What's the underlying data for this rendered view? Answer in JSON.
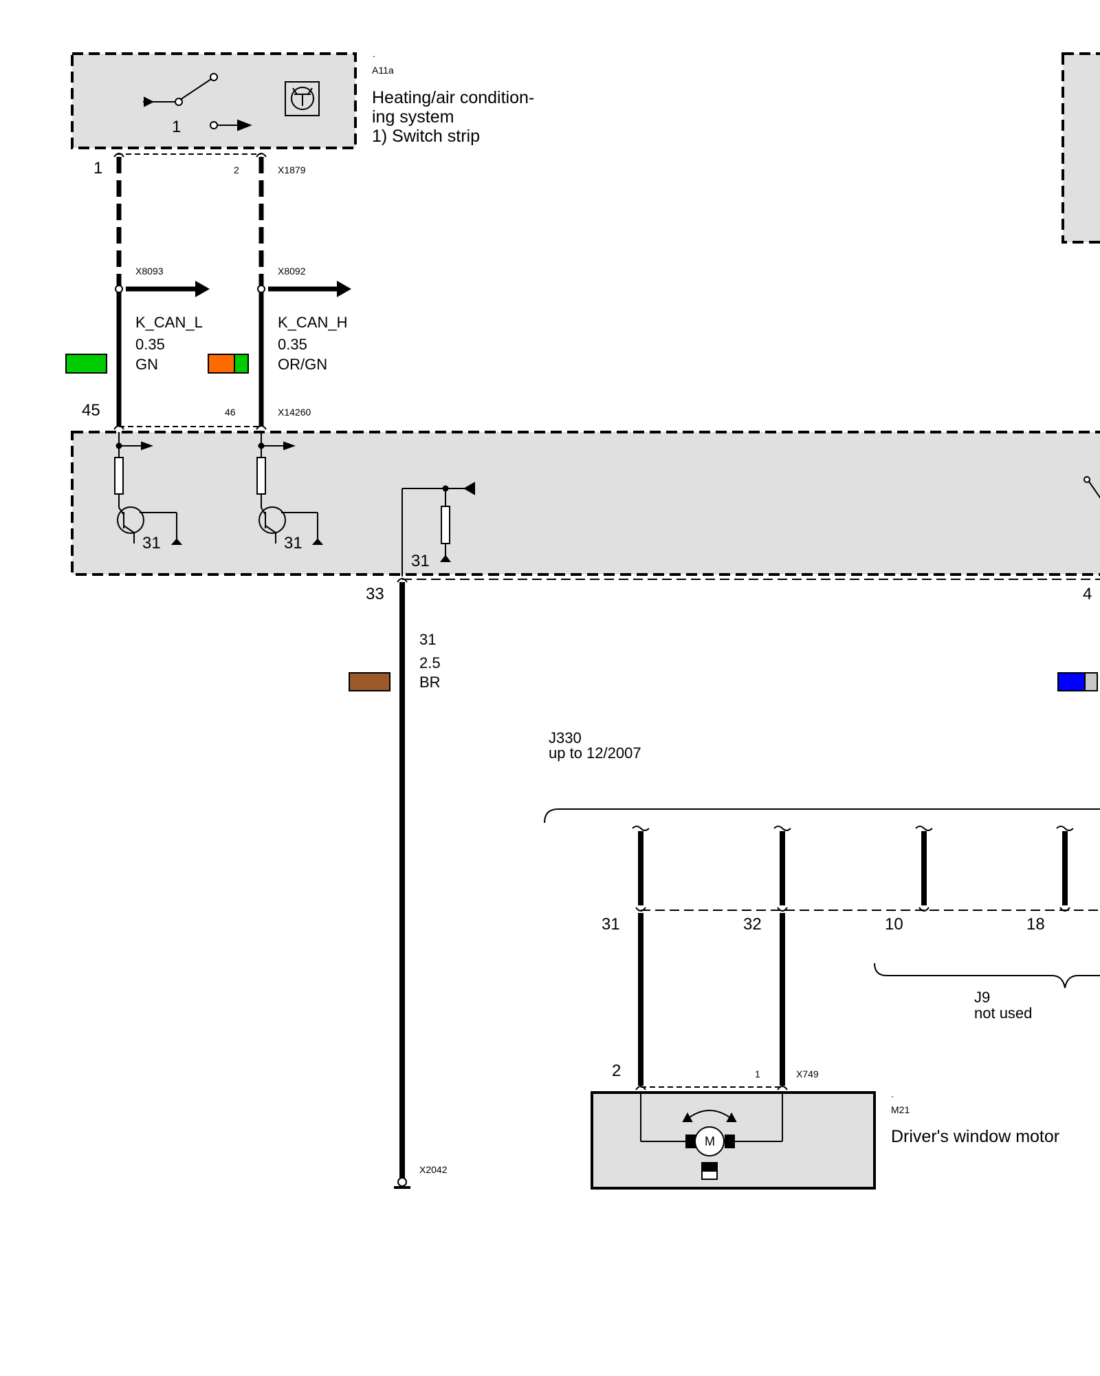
{
  "components": {
    "a11a": {
      "marker": ".",
      "id": "A11a",
      "description": [
        "Heating/air condition-",
        "ing system",
        "1) Switch strip"
      ],
      "switch_label": "1"
    },
    "m21": {
      "marker": ".",
      "id": "M21",
      "description": "Driver's window motor",
      "motor_symbol": "M"
    }
  },
  "connectors": {
    "x1879": {
      "id": "X1879",
      "pin_a": "1",
      "pin_b": "2"
    },
    "x8093": "X8093",
    "x8092": "X8092",
    "x14260": {
      "id": "X14260",
      "pin_a": "45",
      "pin_b": "46"
    },
    "x749": {
      "id": "X749",
      "pin_a": "2",
      "pin_b": "1"
    },
    "x2042": "X2042"
  },
  "wires": {
    "can_l": {
      "signal": "K_CAN_L",
      "size": "0.35",
      "color": "GN",
      "swatch": [
        "#00cc00"
      ]
    },
    "can_h": {
      "signal": "K_CAN_H",
      "size": "0.35",
      "color": "OR/GN",
      "swatch": [
        "#ff6a00",
        "#00cc00"
      ]
    },
    "ground": {
      "signal": "31",
      "size": "2.5",
      "color": "BR",
      "swatch": [
        "#9b5a2a"
      ]
    },
    "right_swatch": [
      "#0000ff",
      "#c8c8c8"
    ]
  },
  "control_unit": {
    "ground_labels": [
      "31",
      "31",
      "31"
    ],
    "pin_left": "33",
    "pin_right": "4"
  },
  "junction": {
    "j330": {
      "id": "J330",
      "note": "up to 12/2007",
      "pins": [
        "31",
        "32",
        "10",
        "18"
      ]
    },
    "j9": {
      "id": "J9",
      "note": "not used"
    }
  }
}
